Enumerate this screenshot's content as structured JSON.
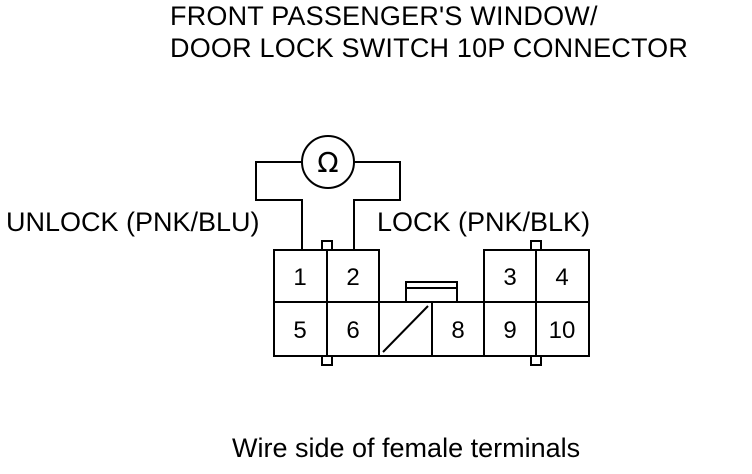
{
  "title": {
    "line1": "FRONT PASSENGER'S WINDOW/",
    "line2": "DOOR LOCK SWITCH 10P CONNECTOR"
  },
  "labels": {
    "unlock": "UNLOCK (PNK/BLU)",
    "lock": "LOCK (PNK/BLK)"
  },
  "meter": {
    "symbol": "Ω",
    "icon": "ohmmeter-icon"
  },
  "connector": {
    "pins": {
      "p1": "1",
      "p2": "2",
      "p3": "3",
      "p4": "4",
      "p5": "5",
      "p6": "6",
      "p8": "8",
      "p9": "9",
      "p10": "10"
    }
  },
  "caption": "Wire side of female terminals",
  "colors": {
    "line": "#000000",
    "background": "#ffffff"
  }
}
